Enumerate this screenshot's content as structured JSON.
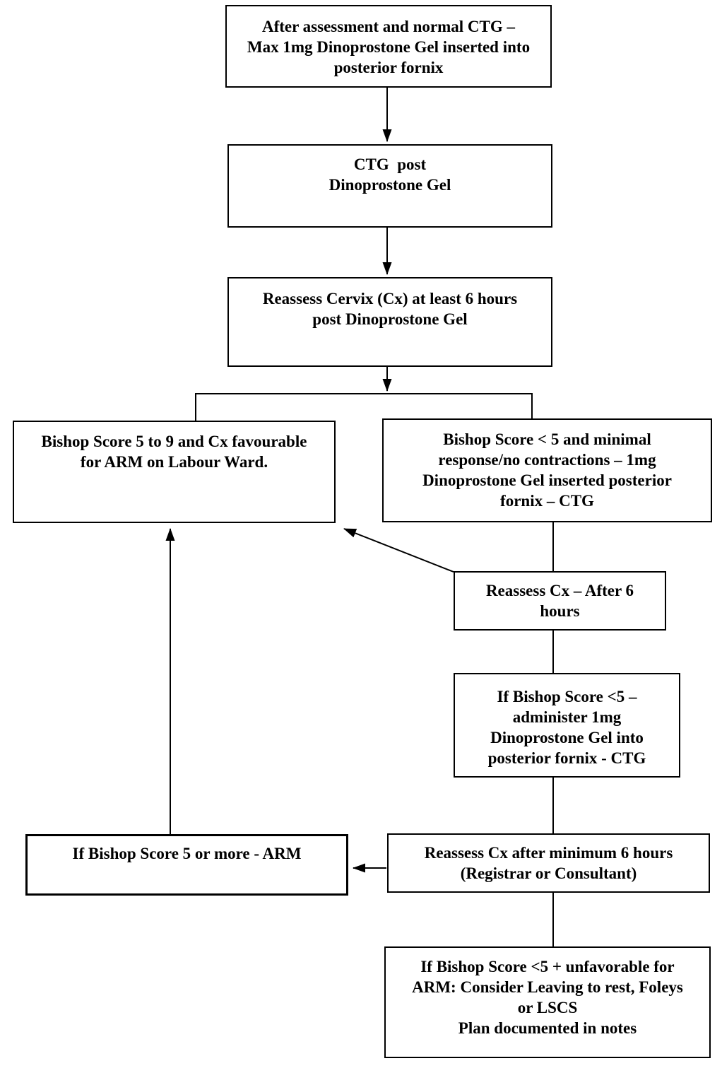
{
  "diagram": {
    "title": "Dinoprostone Gel induction of labour flowchart",
    "colors": {
      "background": "#ffffff",
      "box_fill": "#ffffff",
      "box_border": "#000000",
      "line": "#000000",
      "text": "#000000"
    },
    "nodes": {
      "assessment": {
        "text": "After assessment and normal CTG –\nMax 1mg Dinoprostone Gel inserted into\nposterior fornix"
      },
      "ctg_post_gel": {
        "text": "CTG  post\nDinoprostone Gel"
      },
      "reassess_6h": {
        "text": "Reassess Cervix (Cx) at least 6 hours\npost Dinoprostone Gel"
      },
      "favourable_arm": {
        "text": "Bishop Score 5 to 9 and Cx favourable\nfor ARM on Labour Ward."
      },
      "score_lt5_repeat": {
        "text": "Bishop Score < 5 and minimal\nresponse/no contractions – 1mg\nDinoprostone Gel inserted posterior\nfornix – CTG"
      },
      "reassess_after_6h": {
        "text": "Reassess Cx – After 6\nhours"
      },
      "score_lt5_admin": {
        "text": "If Bishop Score <5 –\nadminister 1mg\nDinoprostone Gel into\nposterior fornix - CTG"
      },
      "score_5_arm": {
        "text": "If Bishop Score 5 or more - ARM"
      },
      "reassess_min_6h": {
        "text": "Reassess Cx after minimum 6 hours\n(Registrar or Consultant)"
      },
      "unfavorable_plan": {
        "text": "If Bishop Score <5 + unfavorable for\nARM: Consider Leaving to rest, Foleys\nor LSCS\nPlan documented in notes"
      }
    },
    "edges": [
      {
        "from": "assessment",
        "to": "ctg_post_gel",
        "arrow": true
      },
      {
        "from": "ctg_post_gel",
        "to": "reassess_6h",
        "arrow": true
      },
      {
        "from": "reassess_6h",
        "to": "branch-bar",
        "arrow": true
      },
      {
        "from": "branch-bar",
        "to": "favourable_arm",
        "arrow": false
      },
      {
        "from": "branch-bar",
        "to": "score_lt5_repeat",
        "arrow": false
      },
      {
        "from": "score_lt5_repeat",
        "to": "reassess_after_6h",
        "arrow": false
      },
      {
        "from": "reassess_after_6h",
        "to": "favourable_arm",
        "arrow": true
      },
      {
        "from": "reassess_after_6h",
        "to": "score_lt5_admin",
        "arrow": false
      },
      {
        "from": "score_lt5_admin",
        "to": "reassess_min_6h",
        "arrow": false
      },
      {
        "from": "reassess_min_6h",
        "to": "score_5_arm",
        "arrow": true
      },
      {
        "from": "score_5_arm",
        "to": "favourable_arm",
        "arrow": true
      },
      {
        "from": "reassess_min_6h",
        "to": "unfavorable_plan",
        "arrow": false
      }
    ]
  }
}
